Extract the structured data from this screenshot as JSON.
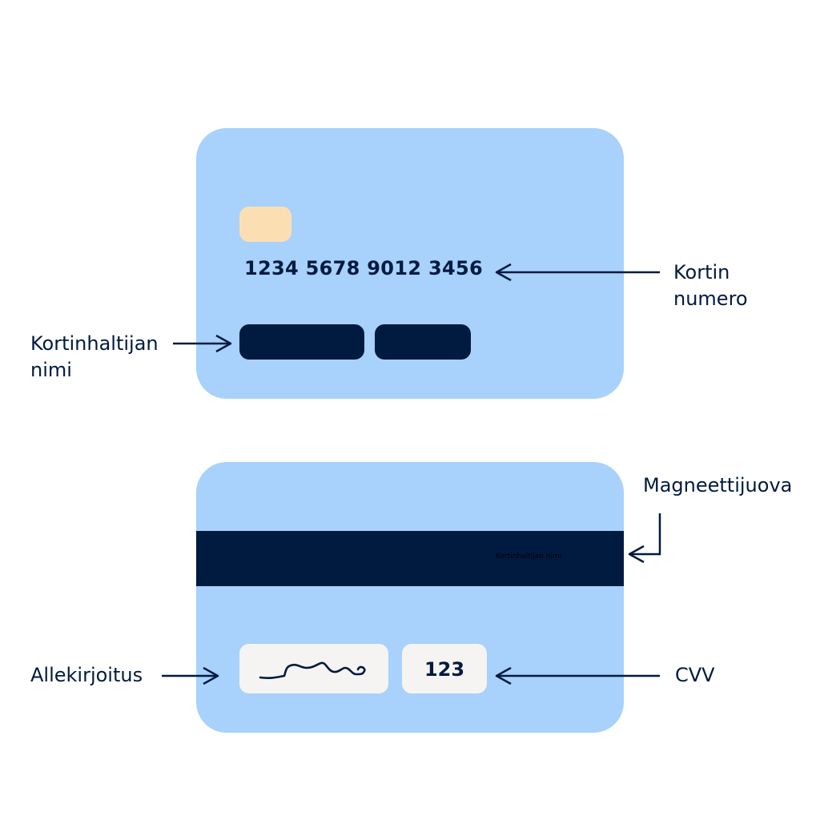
{
  "colors": {
    "card": "#a8d1fc",
    "navy": "#011a3f",
    "chip": "#fbdfb3",
    "panel": "#f5f4f2"
  },
  "front": {
    "card_number": "1234 5678 9012 3456"
  },
  "back": {
    "stripe_text": "Kortinhaltijan nimi",
    "cvv": "123"
  },
  "labels": {
    "card_number_line1": "Kortin",
    "card_number_line2": "numero",
    "cardholder_line1": "Kortinhaltijan",
    "cardholder_line2": "nimi",
    "stripe": "Magneettijuova",
    "signature": "Allekirjoitus",
    "cvv": "CVV"
  }
}
